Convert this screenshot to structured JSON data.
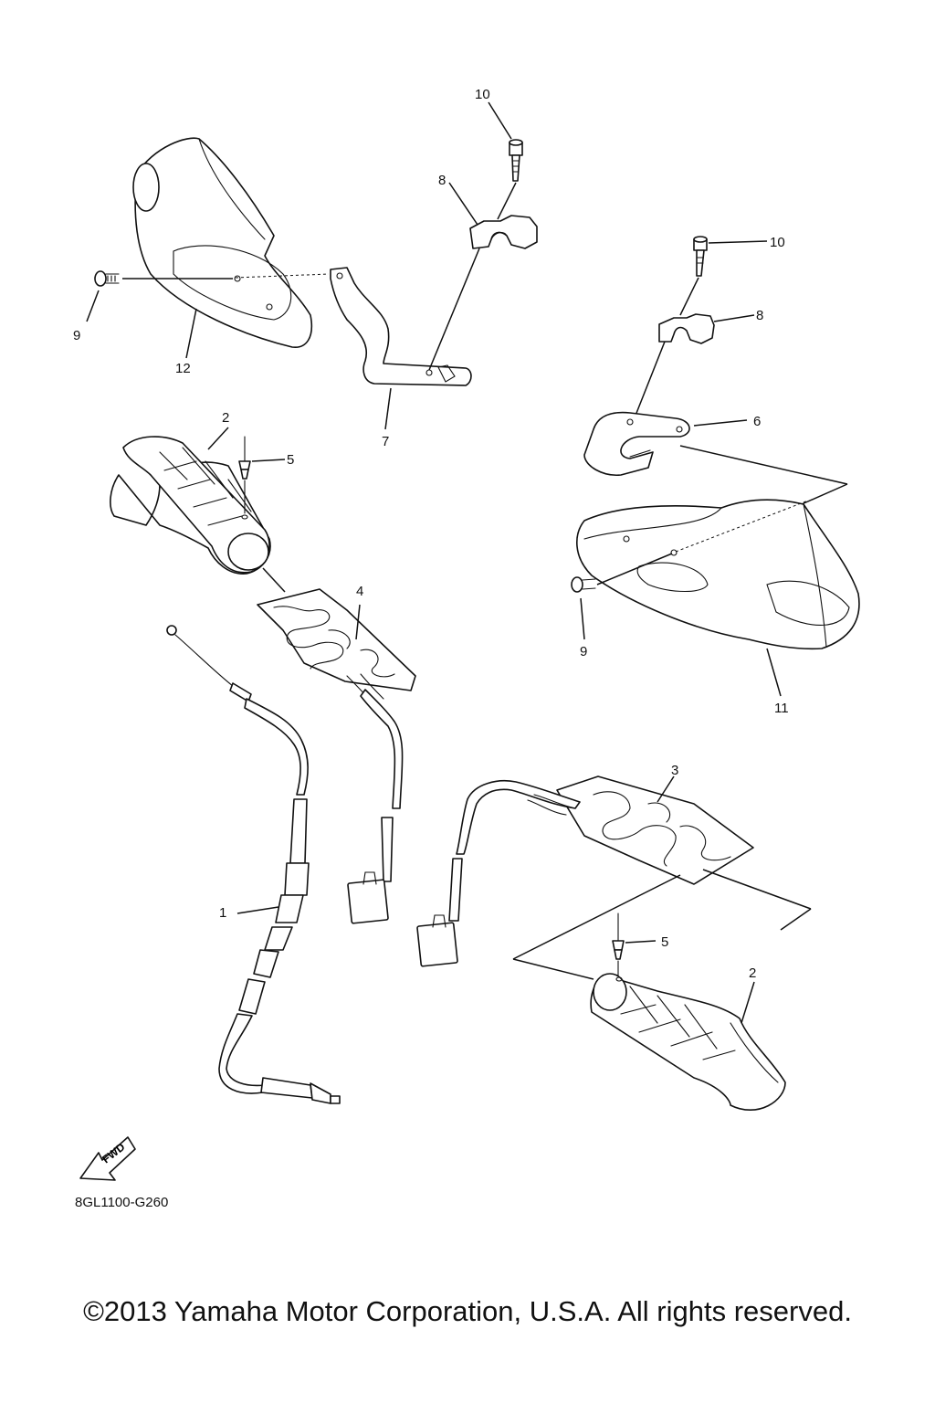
{
  "diagram": {
    "code": "8GL1100-G260",
    "copyright": "©2013 Yamaha Motor Corporation, U.S.A. All rights reserved.",
    "fwd_label": "FWD"
  },
  "callouts": {
    "c1": "1",
    "c2a": "2",
    "c2b": "2",
    "c3": "3",
    "c4": "4",
    "c5a": "5",
    "c5b": "5",
    "c6": "6",
    "c7": "7",
    "c8a": "8",
    "c8b": "8",
    "c9a": "9",
    "c9b": "9",
    "c10a": "10",
    "c10b": "10",
    "c11": "11",
    "c12": "12"
  }
}
